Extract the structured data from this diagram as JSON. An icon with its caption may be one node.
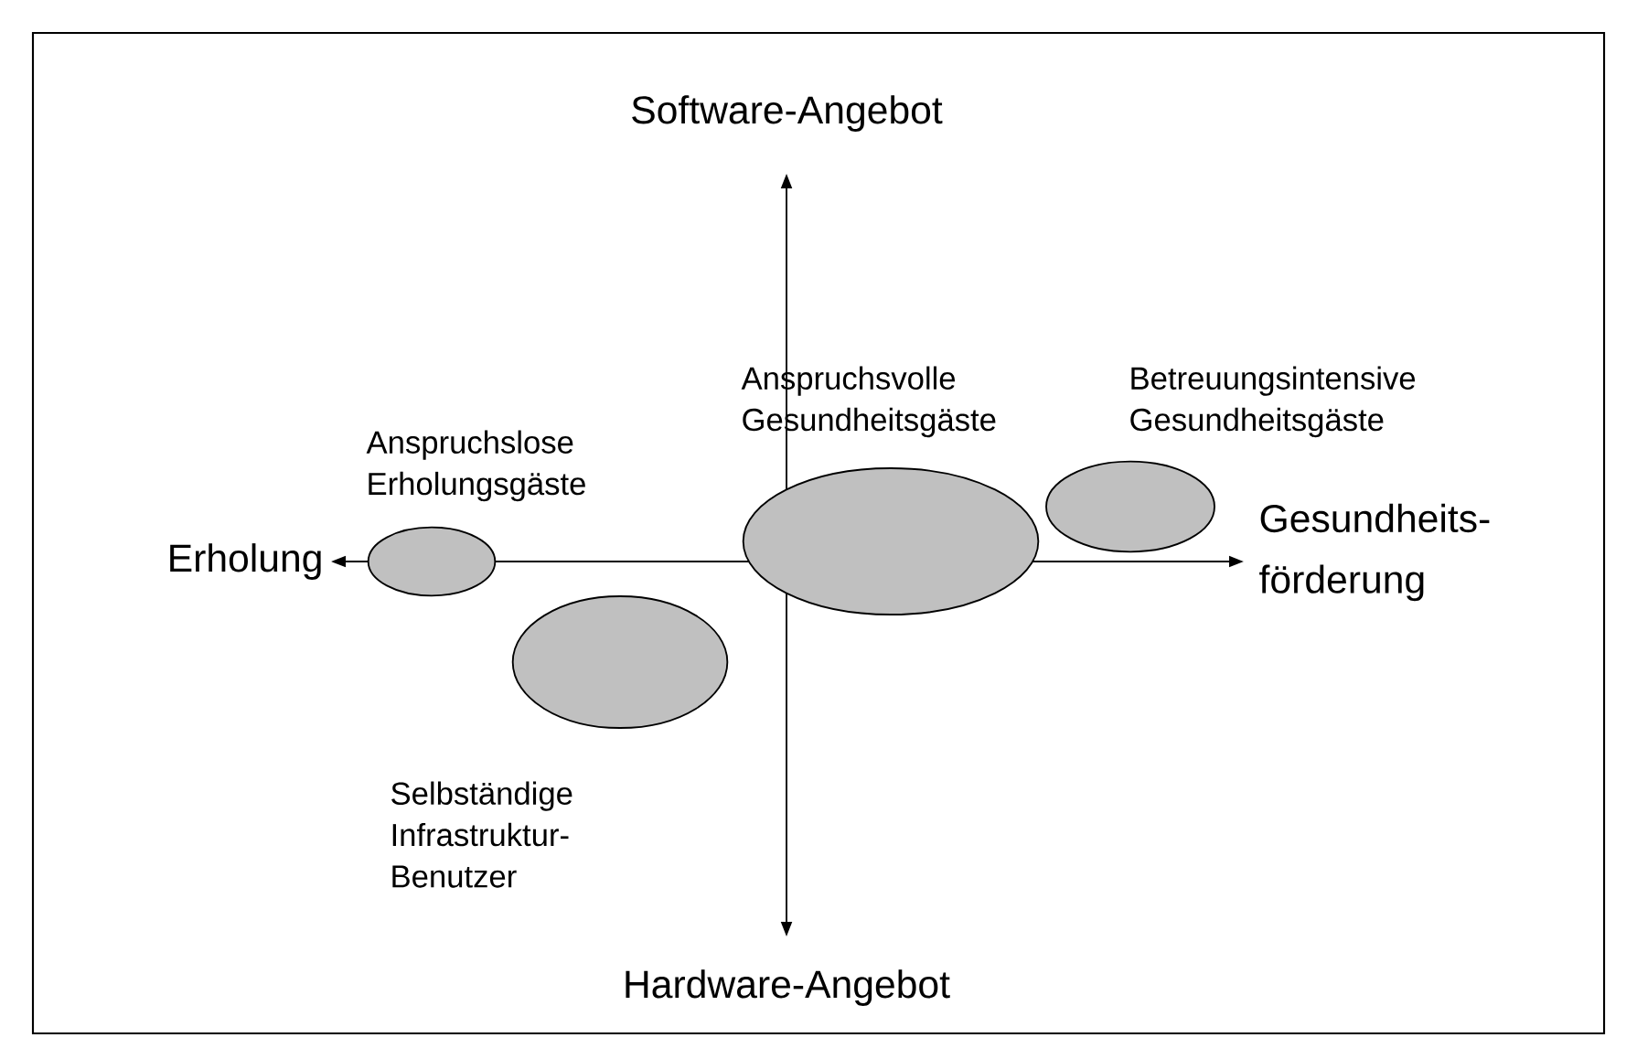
{
  "diagram": {
    "nodes": [
      {
        "text": [],
        "shape": "ellipse",
        "beside": [
          "Anspruchslose Erholungsgäste"
        ]
      },
      {
        "text": [],
        "shape": "ellipse",
        "beside": [
          "Anspruchsvolle Gesundheitsgäste"
        ]
      },
      {
        "text": [],
        "shape": "ellipse",
        "beside": [
          "Betreuungsintensive Gesundheitsgäste"
        ]
      },
      {
        "text": [],
        "shape": "ellipse",
        "beside": [
          "Selbständige Infrastruktur- Benutzer"
        ]
      }
    ],
    "edges": [],
    "labels": [
      "Software-Angebot",
      "Erholung",
      "Gesundheits- förderung",
      "Hardware-Angebot"
    ]
  }
}
